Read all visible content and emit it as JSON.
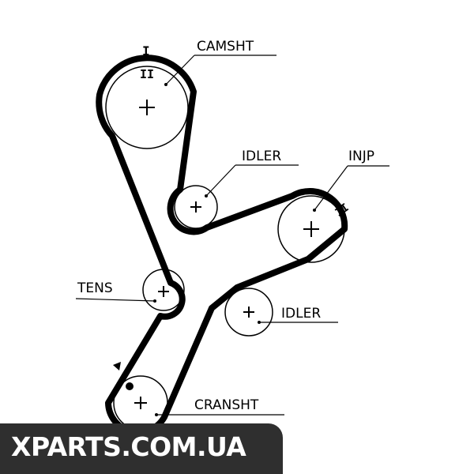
{
  "diagram": {
    "labels": {
      "camshaft": "CAMSHT",
      "idler_upper": "IDLER",
      "injection_pump": "INJP",
      "tensioner": "TENS",
      "idler_lower": "IDLER",
      "crankshaft": "CRANSHT"
    },
    "timing_marks": {
      "cam_top": "I",
      "cam_inner": "II",
      "injp": "II"
    }
  },
  "watermark": {
    "text": "XPARTS.COM.UA"
  }
}
